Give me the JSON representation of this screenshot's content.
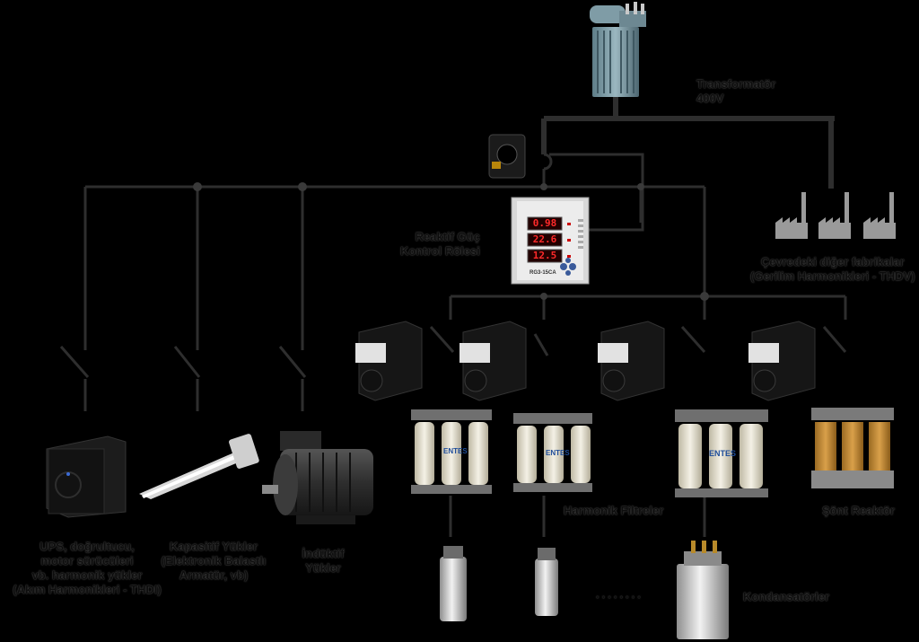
{
  "labels": {
    "transformer": [
      "Transformatör",
      "400V"
    ],
    "relay": [
      "Reaktif Güç",
      "Kontrol Rölesi"
    ],
    "factories": [
      "Çevredeki diğer fabrikalar",
      "(Gerilim Harmonikleri - THDV)"
    ],
    "harmonic_loads": [
      "UPS, doğrultucu,",
      "motor sürücüleri",
      "vb. harmonik yükler",
      "(Akım Harmonikleri - THDI)"
    ],
    "capacitive_loads": [
      "Kapasitif Yükler",
      "(Elektronik Balastlı",
      "Armatür, vb)"
    ],
    "inductive_loads": [
      "İndüktif",
      "Yükler"
    ],
    "harmonic_filters": "Harmonik Filtreler",
    "shunt_reactor": "Şönt Reaktör",
    "capacitors": "Kondansatörler"
  },
  "relay_displays": [
    "0.98",
    "22.6",
    "12.5"
  ],
  "relay_model": "RG3-15CA",
  "filter_brand": "ENTES",
  "ellipsis": "........",
  "colors": {
    "background": "#000000",
    "wire": "#2b2b2b",
    "label": "#0d0d0d"
  }
}
